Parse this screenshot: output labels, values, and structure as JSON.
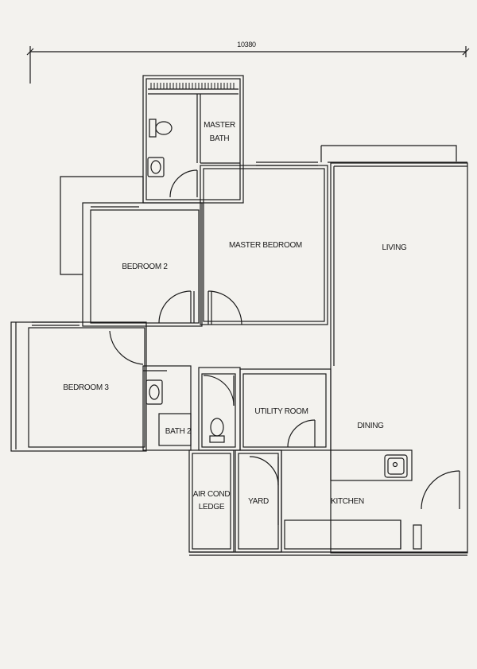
{
  "dimension": "10380",
  "rooms": {
    "master_bath_line1": "MASTER",
    "master_bath_line2": "BATH",
    "master_bedroom": "MASTER BEDROOM",
    "living": "LIVING",
    "bedroom2": "BEDROOM 2",
    "bedroom3": "BEDROOM 3",
    "bath2": "BATH 2",
    "utility_room": "UTILITY ROOM",
    "dining": "DINING",
    "air_cond_line1": "AIR COND",
    "air_cond_line2": "LEDGE",
    "yard": "YARD",
    "kitchen": "KITCHEN"
  }
}
